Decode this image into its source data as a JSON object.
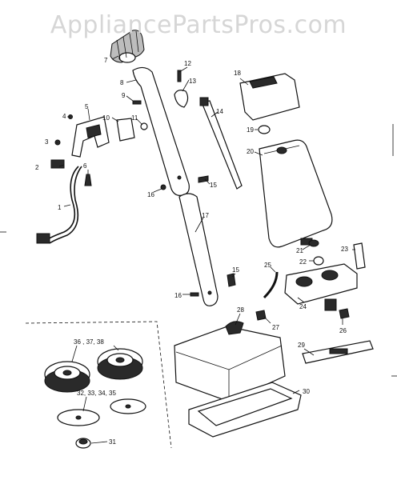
{
  "watermark": "AppliancePartsPros.com",
  "part_numbers": [
    "1",
    "2",
    "3",
    "4",
    "5",
    "6",
    "7",
    "8",
    "9",
    "10",
    "11",
    "12",
    "13",
    "14",
    "15",
    "15",
    "16",
    "16",
    "17",
    "18",
    "19",
    "20",
    "21",
    "22",
    "23",
    "24",
    "25",
    "26",
    "27",
    "28",
    "29",
    "30",
    "31",
    "32, 33, 34, 35",
    "36 , 37, 38"
  ]
}
